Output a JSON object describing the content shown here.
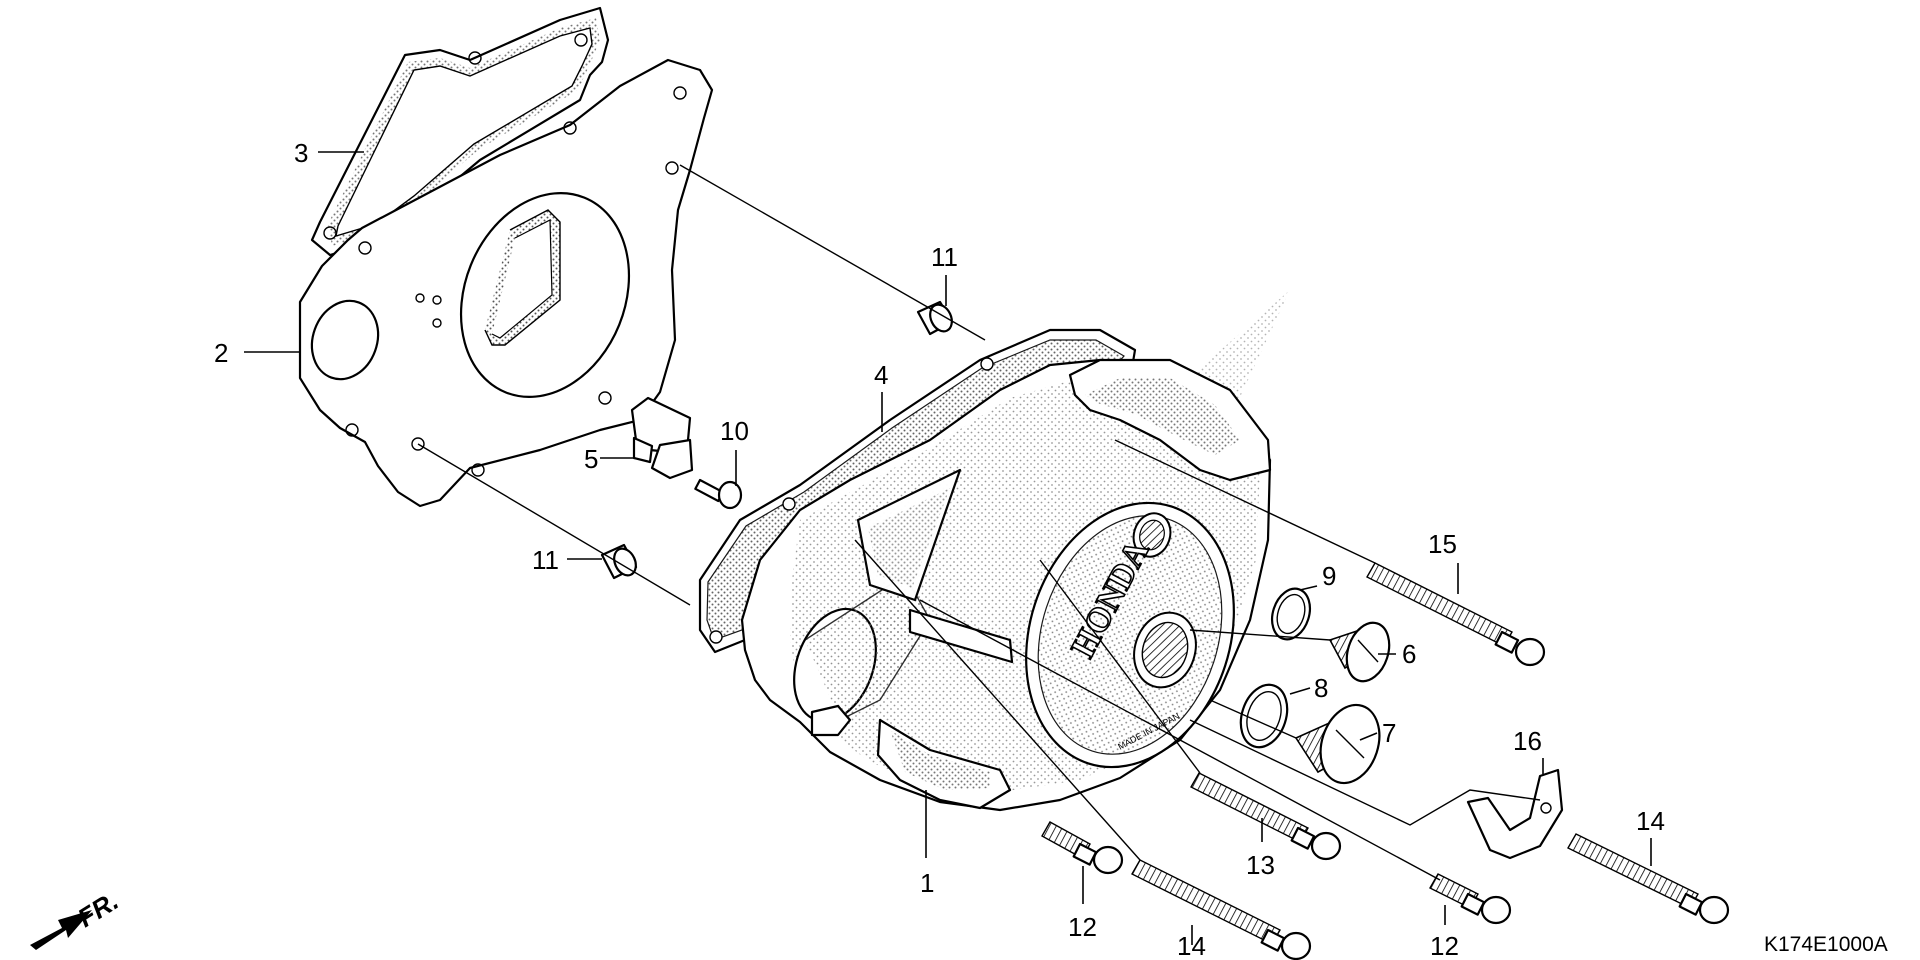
{
  "diagram": {
    "diagram_code": "K174E1000A",
    "direction_marker": "FR.",
    "cover_brand": "HONDA",
    "cover_small_text": "MADE IN JAPAN",
    "part_labels": [
      {
        "id": "p1",
        "text": "1"
      },
      {
        "id": "p2",
        "text": "2"
      },
      {
        "id": "p3",
        "text": "3"
      },
      {
        "id": "p4",
        "text": "4"
      },
      {
        "id": "p5",
        "text": "5"
      },
      {
        "id": "p6",
        "text": "6"
      },
      {
        "id": "p7",
        "text": "7"
      },
      {
        "id": "p8",
        "text": "8"
      },
      {
        "id": "p9",
        "text": "9"
      },
      {
        "id": "p10",
        "text": "10"
      },
      {
        "id": "p11a",
        "text": "11"
      },
      {
        "id": "p11b",
        "text": "11"
      },
      {
        "id": "p12a",
        "text": "12"
      },
      {
        "id": "p12b",
        "text": "12"
      },
      {
        "id": "p13",
        "text": "13"
      },
      {
        "id": "p14a",
        "text": "14"
      },
      {
        "id": "p14b",
        "text": "14"
      },
      {
        "id": "p15",
        "text": "15"
      },
      {
        "id": "p16",
        "text": "16"
      }
    ]
  }
}
